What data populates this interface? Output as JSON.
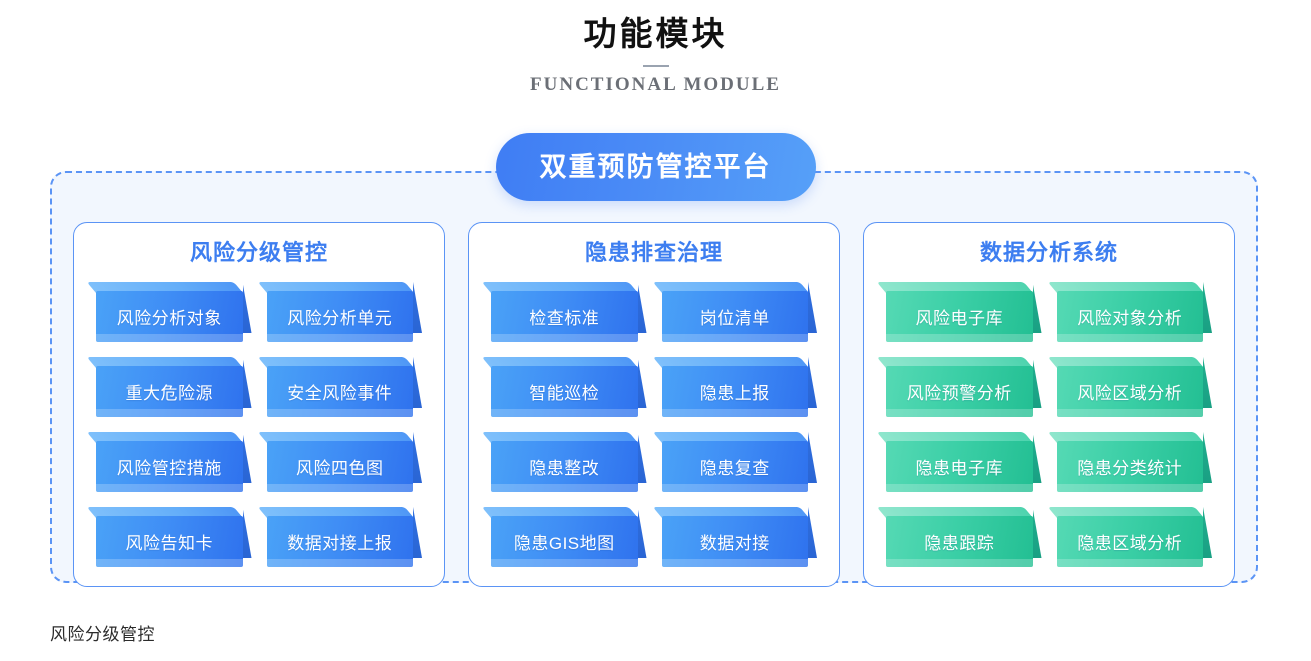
{
  "header": {
    "title": "功能模块",
    "subtitle": "FUNCTIONAL MODULE"
  },
  "banner": {
    "label": "双重预防管控平台"
  },
  "footer": {
    "caption": "风险分级管控"
  },
  "colors": {
    "accent_blue": "#3d7ef0",
    "banner_gradient_start": "#3f7df4",
    "banner_gradient_end": "#56a0f8",
    "dashed_border": "#5b94f5",
    "container_bg": "#f2f7fe",
    "tile_blue": "#3f8df5",
    "tile_green": "#3bcfa6",
    "title_text": "#111111",
    "subtitle_text": "#6b6f76"
  },
  "panels": [
    {
      "title": "风险分级管控",
      "variant": "blue",
      "tiles": [
        "风险分析对象",
        "风险分析单元",
        "重大危险源",
        "安全风险事件",
        "风险管控措施",
        "风险四色图",
        "风险告知卡",
        "数据对接上报"
      ]
    },
    {
      "title": "隐患排查治理",
      "variant": "blue",
      "tiles": [
        "检查标准",
        "岗位清单",
        "智能巡检",
        "隐患上报",
        "隐患整改",
        "隐患复查",
        "隐患GIS地图",
        "数据对接"
      ]
    },
    {
      "title": "数据分析系统",
      "variant": "green",
      "tiles": [
        "风险电子库",
        "风险对象分析",
        "风险预警分析",
        "风险区域分析",
        "隐患电子库",
        "隐患分类统计",
        "隐患跟踪",
        "隐患区域分析"
      ]
    }
  ]
}
